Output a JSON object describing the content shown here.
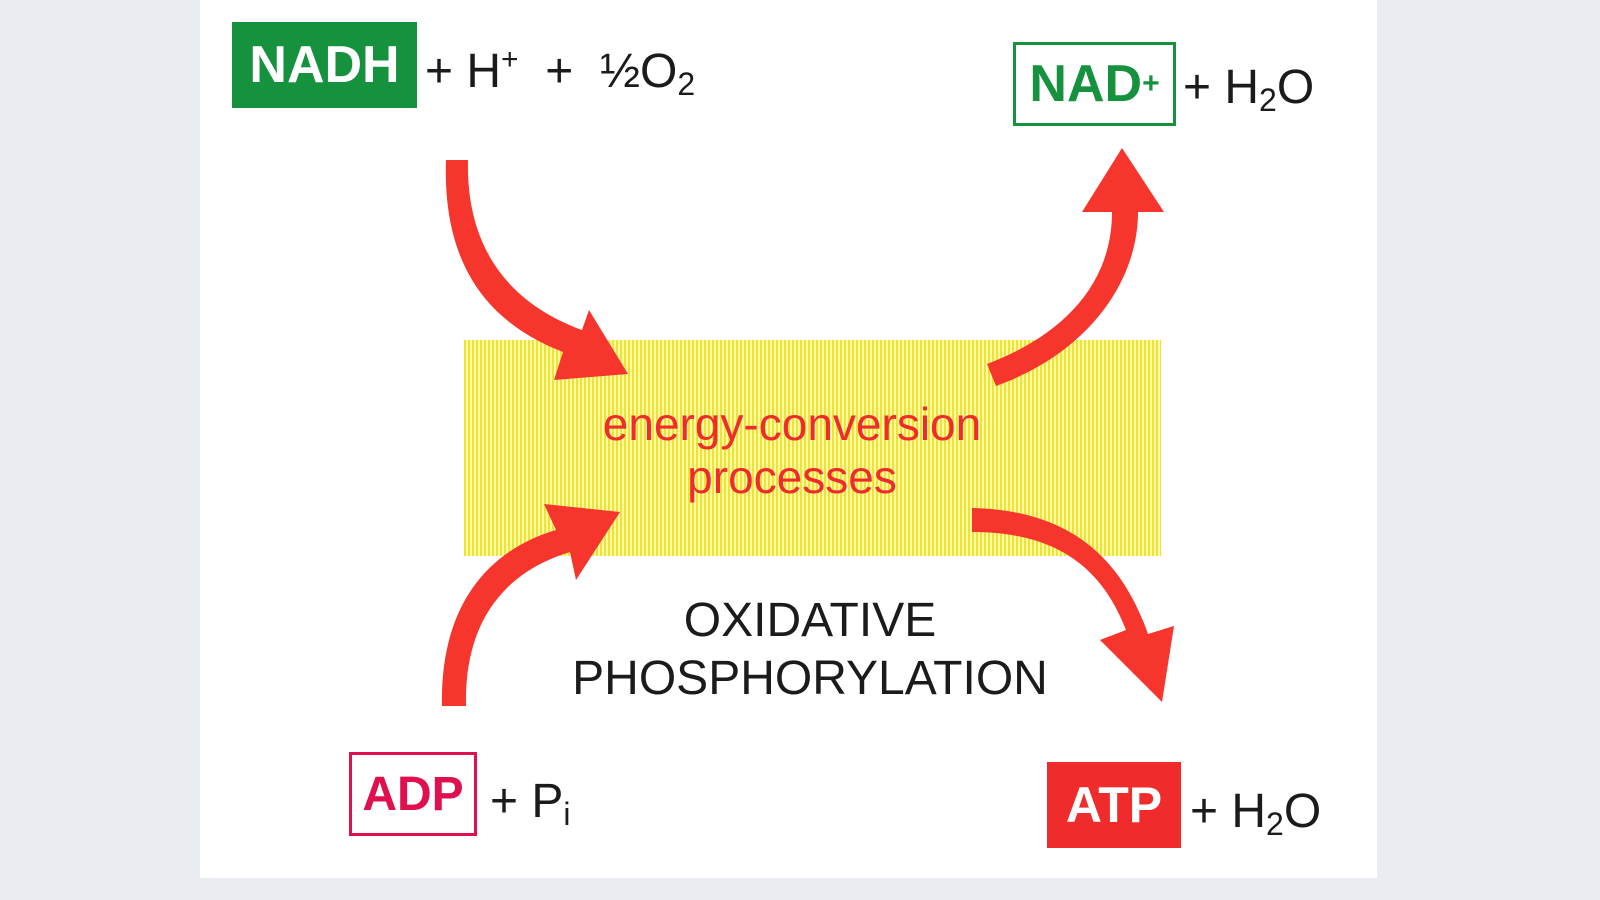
{
  "colors": {
    "nadh_green": "#16923f",
    "adp_pink": "#e0104f",
    "atp_red": "#ef2b2b",
    "arrow_red": "#f6352c",
    "hatch_yellow": "#f8f17a",
    "label_red": "#ef2b2b"
  },
  "reactants_top": {
    "nadh": "NADH",
    "plus1": "+ H",
    "h_charge": "+",
    "plus2": "+",
    "oxygen_half": "½O",
    "oxygen_sub": "2"
  },
  "products_top": {
    "nad": "NAD",
    "nad_charge": "+",
    "plus": "+ H",
    "water_sub": "2",
    "water_o": "O"
  },
  "reactants_bottom": {
    "adp": "ADP",
    "plus": "+ P",
    "pi_sub": "i"
  },
  "products_bottom": {
    "atp": "ATP",
    "plus": "+ H",
    "water_sub": "2",
    "water_o": "O"
  },
  "center": {
    "line1": "energy-conversion",
    "line2": "processes"
  },
  "process": {
    "line1": "OXIDATIVE",
    "line2": "PHOSPHORYLATION"
  }
}
